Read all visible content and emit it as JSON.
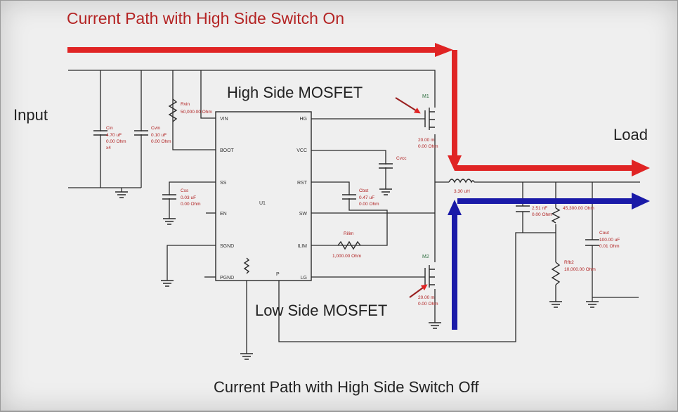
{
  "titles": {
    "top": "Current Path with High Side Switch On",
    "bottom": "Current Path with High Side Switch Off"
  },
  "labels": {
    "input": "Input",
    "load": "Load",
    "high_side": "High Side MOSFET",
    "low_side": "Low Side MOSFET"
  },
  "ic": {
    "ref": "U1",
    "pins_left": [
      "VIN",
      "BOOT",
      "SS",
      "EN",
      "SGND",
      "PGND"
    ],
    "pins_right": [
      "HG",
      "VCC",
      "RST",
      "SW",
      "ILIM",
      "LG"
    ],
    "pin_bottom": "P"
  },
  "components": {
    "cin": {
      "name": "Cin",
      "value": "4.70 uF",
      "esr": "0.00 Ohm",
      "extra": "x4"
    },
    "cvin": {
      "name": "Cvin",
      "value": "0.10 uF",
      "esr": "0.00 Ohm"
    },
    "rvin": {
      "name": "Rvin",
      "value": "50,000.00 Ohm"
    },
    "css": {
      "name": "Css",
      "value": "0.03 uF",
      "esr": "0.00 Ohm"
    },
    "cvcc": {
      "name": "Cvcc"
    },
    "cbst": {
      "name": "Cbst",
      "value": "0.47 uF",
      "esr": "0.00 Ohm"
    },
    "rilim": {
      "name": "Rilim",
      "value": "1,000.00 Ohm"
    },
    "m1": {
      "name": "M1",
      "rdson": "20.00 m",
      "esr": "0.00 Ohm"
    },
    "m2": {
      "name": "M2",
      "rdson": "20.00 m",
      "esr": "0.00 Ohm"
    },
    "l1": {
      "value": "3.30 uH"
    },
    "cff": {
      "value": "2.51 nF",
      "esr": "0.00 Ohm"
    },
    "rfb1": {
      "value": "45,300.00 Ohm"
    },
    "rfb2": {
      "name": "Rfb2",
      "value": "10,000.00 Ohm"
    },
    "cout": {
      "name": "Cout",
      "value": "100.00 uF",
      "esr": "0.01 Ohm"
    }
  },
  "colors": {
    "high_side_path": "#e02424",
    "low_side_path": "#1a1aa8",
    "wire": "#2a2a2a",
    "background": "#efefef"
  }
}
